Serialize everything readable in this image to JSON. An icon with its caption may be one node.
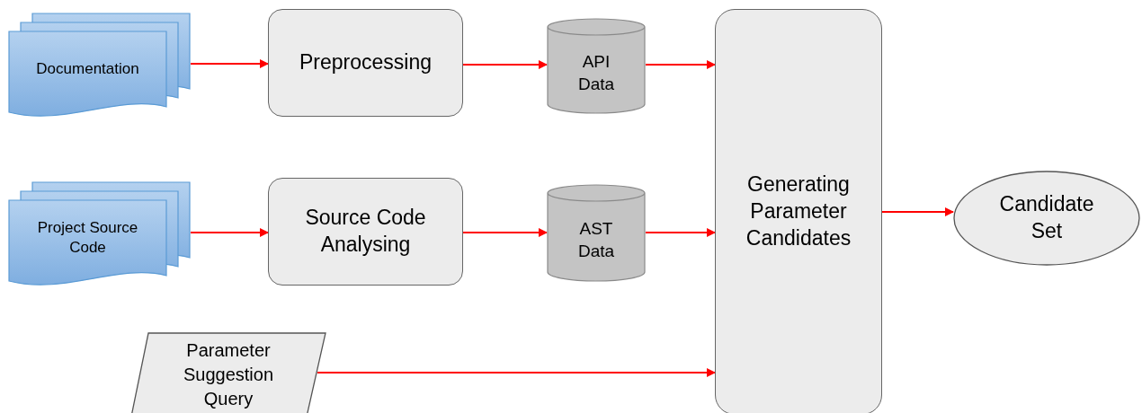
{
  "diagram": {
    "nodes": [
      {
        "text": [
          "Documentation"
        ]
      },
      {
        "text": [
          "Preprocessing"
        ]
      },
      {
        "text": [
          "API Data"
        ]
      },
      {
        "text": [
          "Generating Parameter Candidates"
        ]
      },
      {
        "text": [
          "Candidate Set"
        ]
      },
      {
        "text": [
          "Project Source Code"
        ]
      },
      {
        "text": [
          "Source Code Analysing"
        ]
      },
      {
        "text": [
          "AST Data"
        ]
      },
      {
        "text": [
          "Parameter Suggestion Query"
        ]
      }
    ],
    "edges": [
      {
        "from": 0,
        "to": 1,
        "arrow": "to"
      },
      {
        "from": 1,
        "to": 2,
        "arrow": "to"
      },
      {
        "from": 2,
        "to": 3,
        "arrow": "to"
      },
      {
        "from": 5,
        "to": 6,
        "arrow": "to"
      },
      {
        "from": 6,
        "to": 7,
        "arrow": "to"
      },
      {
        "from": 7,
        "to": 3,
        "arrow": "to"
      },
      {
        "from": 8,
        "to": 3,
        "arrow": "to"
      },
      {
        "from": 3,
        "to": 4,
        "arrow": "to"
      }
    ]
  }
}
